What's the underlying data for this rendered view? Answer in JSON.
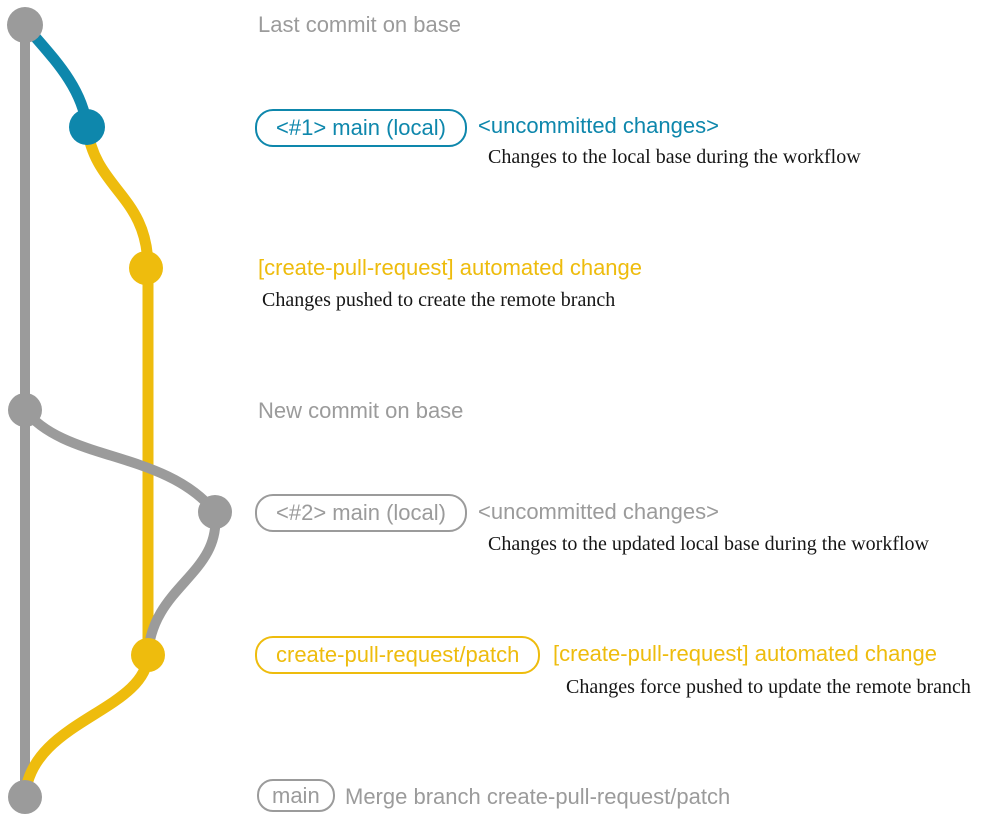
{
  "colors": {
    "gray": "#9b9b9b",
    "teal": "#0e87ac",
    "yellow": "#eebc0d",
    "ink": "#161616"
  },
  "rows": {
    "last_commit": {
      "title": "Last commit on base"
    },
    "uncommitted1": {
      "badge": "<#1> main (local)",
      "label": "<uncommitted changes>",
      "note": "Changes to the local base during the workflow"
    },
    "automated1": {
      "label": "[create-pull-request] automated change",
      "note": "Changes pushed to create the remote branch"
    },
    "new_commit": {
      "title": "New commit on base"
    },
    "uncommitted2": {
      "badge": "<#2> main (local)",
      "label": "<uncommitted changes>",
      "note": "Changes to the updated local base during the workflow"
    },
    "automated2": {
      "badge": "create-pull-request/patch",
      "label": "[create-pull-request] automated change",
      "note": "Changes force pushed to update the remote branch"
    },
    "merge": {
      "badge": "main",
      "label": "Merge branch create-pull-request/patch"
    }
  },
  "graph": {
    "branches": [
      {
        "name": "base-branch-line",
        "color_key": "gray"
      },
      {
        "name": "local-main-branch-line",
        "color_key": "teal"
      },
      {
        "name": "create-pull-request-patch-branch-line",
        "color_key": "yellow"
      }
    ],
    "commits": [
      {
        "name": "last-commit-on-base",
        "color_key": "gray"
      },
      {
        "name": "local-uncommitted-commit-1",
        "color_key": "teal"
      },
      {
        "name": "automated-change-commit-1",
        "color_key": "yellow"
      },
      {
        "name": "new-commit-on-base",
        "color_key": "gray"
      },
      {
        "name": "local-uncommitted-commit-2",
        "color_key": "gray"
      },
      {
        "name": "automated-change-commit-2",
        "color_key": "yellow"
      },
      {
        "name": "merge-commit",
        "color_key": "gray"
      }
    ]
  }
}
